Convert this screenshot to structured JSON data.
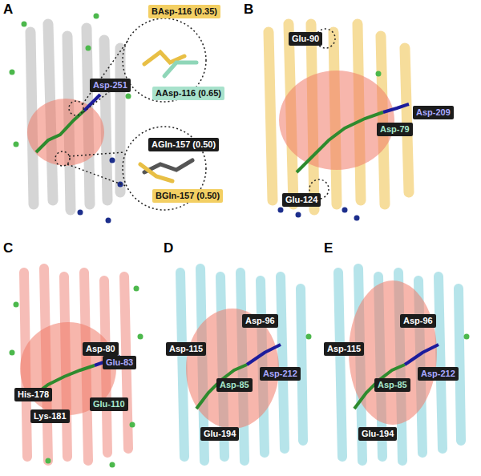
{
  "diagram": {
    "nodes": [
      {
        "text": [
          "BAsp-116 (0.35)"
        ]
      },
      {
        "text": [
          "AAsp-116 (0.65)"
        ]
      },
      {
        "text": [
          "Asp-251"
        ]
      },
      {
        "text": [
          "AGln-157 (0.50)"
        ]
      },
      {
        "text": [
          "BGln-157 (0.50)"
        ]
      },
      {
        "text": [
          "Glu-90"
        ]
      },
      {
        "text": [
          "Asp-209"
        ]
      },
      {
        "text": [
          "Asp-79"
        ]
      },
      {
        "text": [
          "Glu-124"
        ]
      },
      {
        "text": [
          "Asp-80"
        ]
      },
      {
        "text": [
          "Glu-83"
        ]
      },
      {
        "text": [
          "His-178"
        ]
      },
      {
        "text": [
          "Glu-110"
        ]
      },
      {
        "text": [
          "Lys-181"
        ]
      },
      {
        "text": [
          "Asp-96"
        ]
      },
      {
        "text": [
          "Asp-115"
        ]
      },
      {
        "text": [
          "Asp-212"
        ]
      },
      {
        "text": [
          "Asp-85"
        ]
      },
      {
        "text": [
          "Glu-194"
        ]
      },
      {
        "text": [
          "Asp-96"
        ]
      },
      {
        "text": [
          "Asp-115"
        ]
      },
      {
        "text": [
          "Asp-212"
        ]
      },
      {
        "text": [
          "Asp-85"
        ]
      },
      {
        "text": [
          "Glu-194"
        ]
      }
    ],
    "labels": [
      "A",
      "B",
      "C",
      "D",
      "E"
    ]
  }
}
